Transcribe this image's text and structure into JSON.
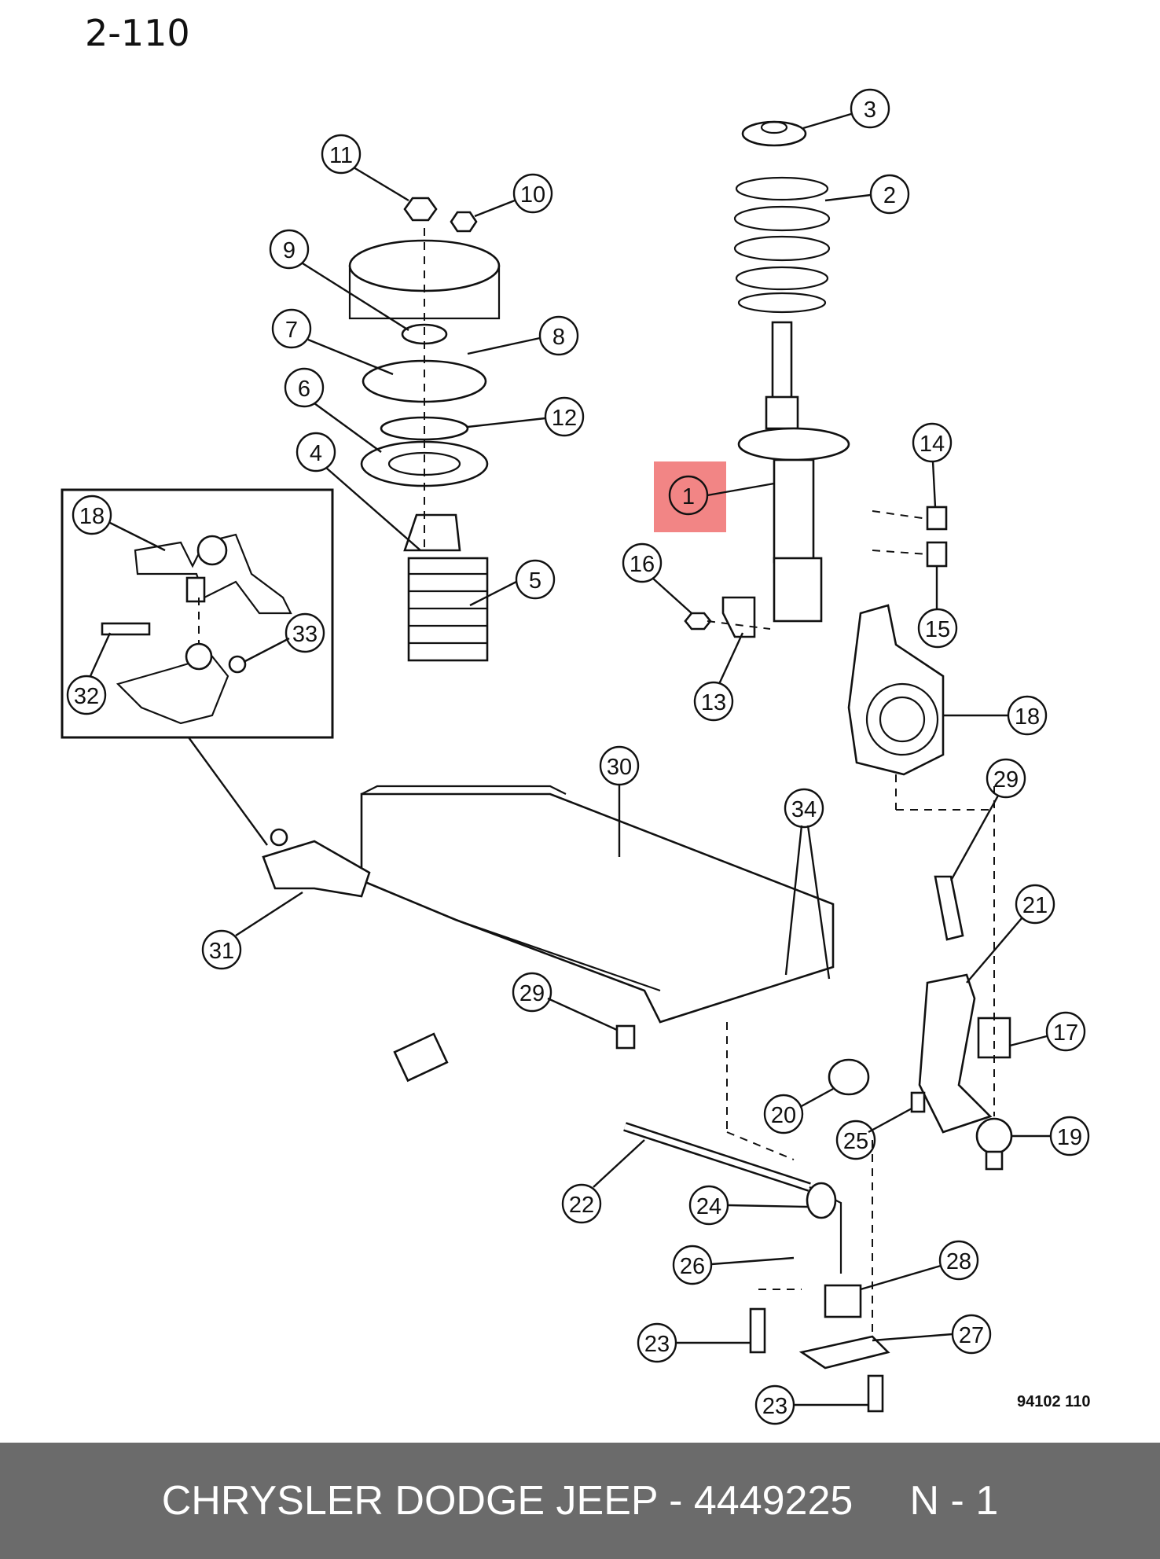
{
  "page_label": "2-110",
  "drawing_code": "94102  110",
  "caption": {
    "text": "CHRYSLER DODGE JEEP - 4449225     N - 1"
  },
  "callouts": [
    "1",
    "2",
    "3",
    "4",
    "5",
    "6",
    "7",
    "8",
    "9",
    "10",
    "11",
    "12",
    "13",
    "14",
    "15",
    "16",
    "17",
    "18",
    "18",
    "19",
    "20",
    "21",
    "22",
    "23",
    "23",
    "24",
    "25",
    "26",
    "27",
    "28",
    "29",
    "29",
    "30",
    "31",
    "32",
    "33",
    "34"
  ],
  "highlight_color": "#f07070"
}
